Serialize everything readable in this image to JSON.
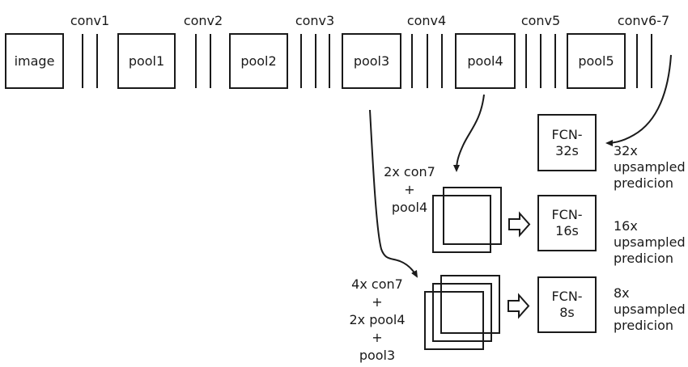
{
  "backbone": {
    "input_label": "image",
    "pools": [
      "pool1",
      "pool2",
      "pool3",
      "pool4",
      "pool5"
    ],
    "convs": [
      "conv1",
      "conv2",
      "conv3",
      "conv4",
      "conv5",
      "conv6-7"
    ]
  },
  "fusions": {
    "fcn16_input": "2x con7\n+\npool4",
    "fcn8_input": "4x con7\n+\n2x pool4\n+\npool3"
  },
  "heads": {
    "fcn32": {
      "label": "FCN-\n32s",
      "caption": "32x\nupsampled\npredicion"
    },
    "fcn16": {
      "label": "FCN-\n16s",
      "caption": "16x\nupsampled\npredicion"
    },
    "fcn8": {
      "label": "FCN-\n8s",
      "caption": "8x\nupsampled\npredicion"
    }
  },
  "colors": {
    "ink": "#1a1a1a",
    "background": "#ffffff"
  }
}
